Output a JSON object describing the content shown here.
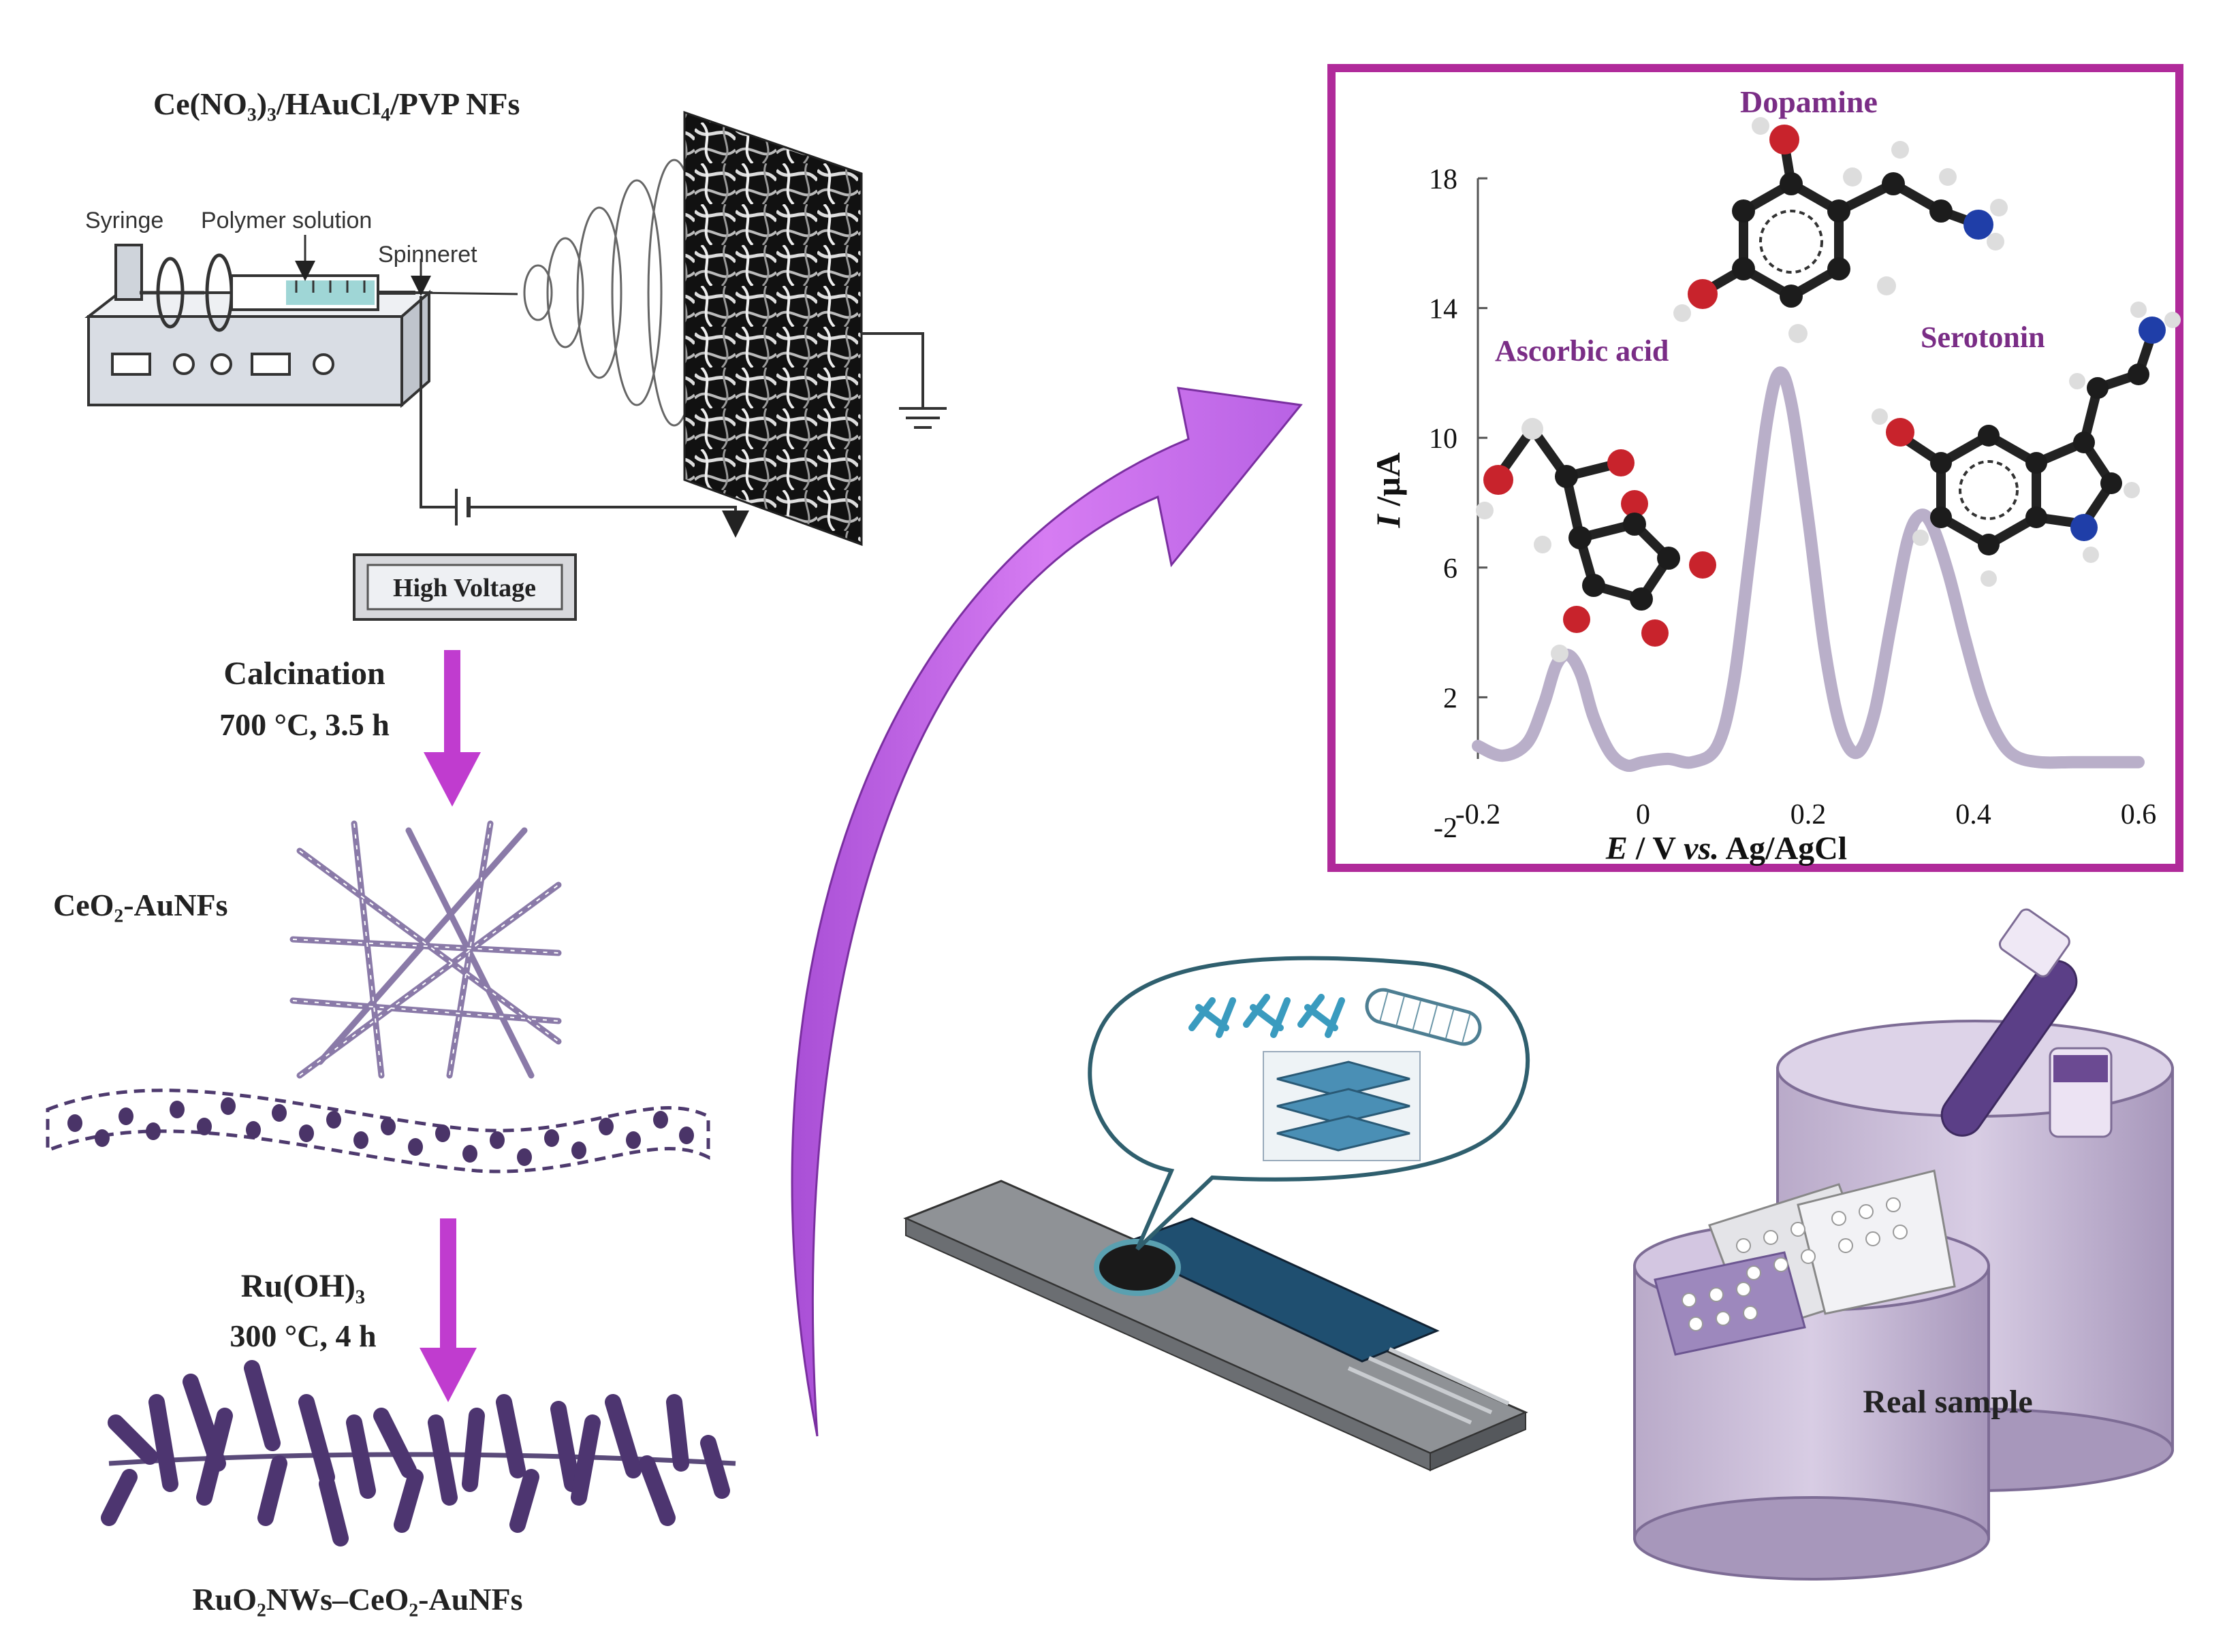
{
  "labels": {
    "precursor_nfs": "Ce(NO₃)₃/HAuCl₄/PVP NFs",
    "syringe": "Syringe",
    "polymer_solution": "Polymer solution",
    "spinneret": "Spinneret",
    "high_voltage": "High Voltage",
    "calcination": "Calcination",
    "calcination_conditions": "700 °C, 3.5 h",
    "ceo2_aunfs": "CeO₂-AuNFs",
    "ru_oh3": "Ru(OH)₃",
    "ru_conditions": "300 °C, 4 h",
    "product": "RuO₂NWs–CeO₂-AuNFs",
    "real_sample": "Real sample"
  },
  "chart_data": {
    "type": "line",
    "x_ticks": [
      "-0.2",
      "0",
      "0.2",
      "0.4",
      "0.6"
    ],
    "y_ticks": [
      "-2",
      "2",
      "6",
      "10",
      "14",
      "18"
    ],
    "xlim": [
      -0.2,
      0.6
    ],
    "ylim": [
      -2,
      18
    ],
    "xlabel_parts": {
      "sym": "E",
      "mid": " / V ",
      "vs": "vs.",
      "ref": " Ag/AgCl"
    },
    "ylabel_parts": {
      "sym": "I",
      "unit": " /µA"
    },
    "peak_labels": {
      "ascorbic_acid": "Ascorbic acid",
      "dopamine": "Dopamine",
      "serotonin": "Serotonin"
    },
    "series": [
      {
        "color": "#b9afc9",
        "x": [
          -0.2,
          -0.17,
          -0.14,
          -0.12,
          -0.105,
          -0.09,
          -0.075,
          -0.06,
          -0.04,
          -0.02,
          0.0,
          0.03,
          0.06,
          0.09,
          0.11,
          0.13,
          0.15,
          0.165,
          0.18,
          0.2,
          0.22,
          0.24,
          0.26,
          0.28,
          0.3,
          0.32,
          0.335,
          0.35,
          0.37,
          0.39,
          0.41,
          0.43,
          0.45,
          0.48,
          0.52,
          0.56,
          0.6
        ],
        "y": [
          0.5,
          0.2,
          0.6,
          1.8,
          3.0,
          3.3,
          2.7,
          1.4,
          0.3,
          -0.1,
          0.0,
          0.1,
          0.0,
          0.5,
          2.5,
          6.5,
          10.5,
          12.0,
          11.0,
          7.5,
          3.5,
          1.0,
          0.3,
          1.5,
          4.2,
          6.8,
          7.6,
          7.3,
          5.8,
          3.8,
          2.0,
          0.8,
          0.2,
          0.0,
          0.0,
          0.0,
          0.0
        ]
      }
    ]
  }
}
